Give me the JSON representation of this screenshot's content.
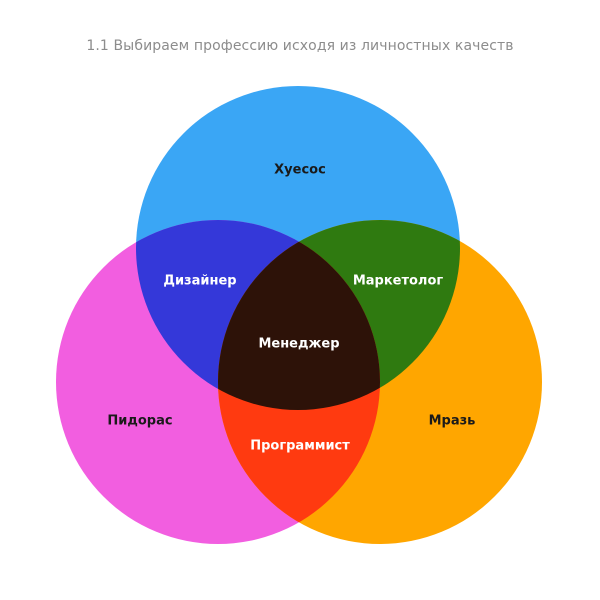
{
  "title": "1.1  Выбираем профессию исходя из личностных качеств",
  "circles": {
    "top": {
      "label": "Хуесос",
      "color": "#3aa6f5"
    },
    "left": {
      "label": "Пидорас",
      "color": "#f25ee0"
    },
    "right": {
      "label": "Мразь",
      "color": "#ffa600"
    }
  },
  "overlaps": {
    "top_left": {
      "label": "Дизайнер",
      "color": "#3438d9"
    },
    "top_right": {
      "label": "Маркетолог",
      "color": "#2f7a10"
    },
    "left_right": {
      "label": "Программист",
      "color": "#ff3a10"
    },
    "center": {
      "label": "Менеджер",
      "color": "#2d1208"
    }
  }
}
